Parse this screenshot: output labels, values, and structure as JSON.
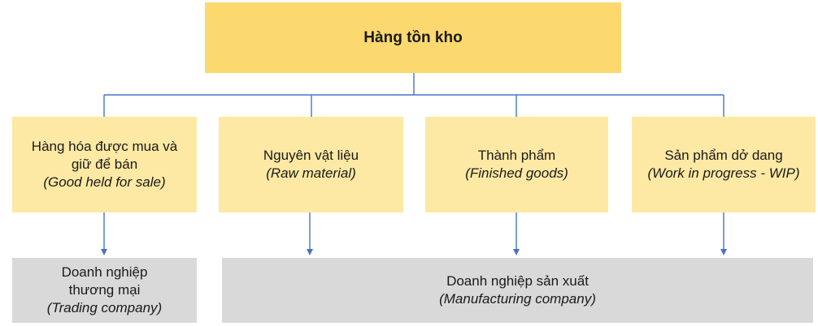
{
  "root": {
    "title": "Hàng tồn kho"
  },
  "categories": [
    {
      "label_vi": "Hàng hóa được mua và giữ để bán",
      "label_en": "(Good held for sale)"
    },
    {
      "label_vi": "Nguyên vật liệu",
      "label_en": "(Raw material)"
    },
    {
      "label_vi": "Thành phẩm",
      "label_en": "(Finished goods)"
    },
    {
      "label_vi": "Sản phẩm dở dang",
      "label_en": "(Work in progress - WIP)"
    }
  ],
  "organizations": [
    {
      "label_vi": "Doanh nghiệp thương mại",
      "label_en": "(Trading company)"
    },
    {
      "label_vi": "Doanh nghiệp sản xuất",
      "label_en": "(Manufacturing company)"
    }
  ],
  "colors": {
    "root_fill": "#fbd96e",
    "category_fill": "#fde9a4",
    "organization_fill": "#d9d9d9",
    "connector": "#4a72c4"
  }
}
